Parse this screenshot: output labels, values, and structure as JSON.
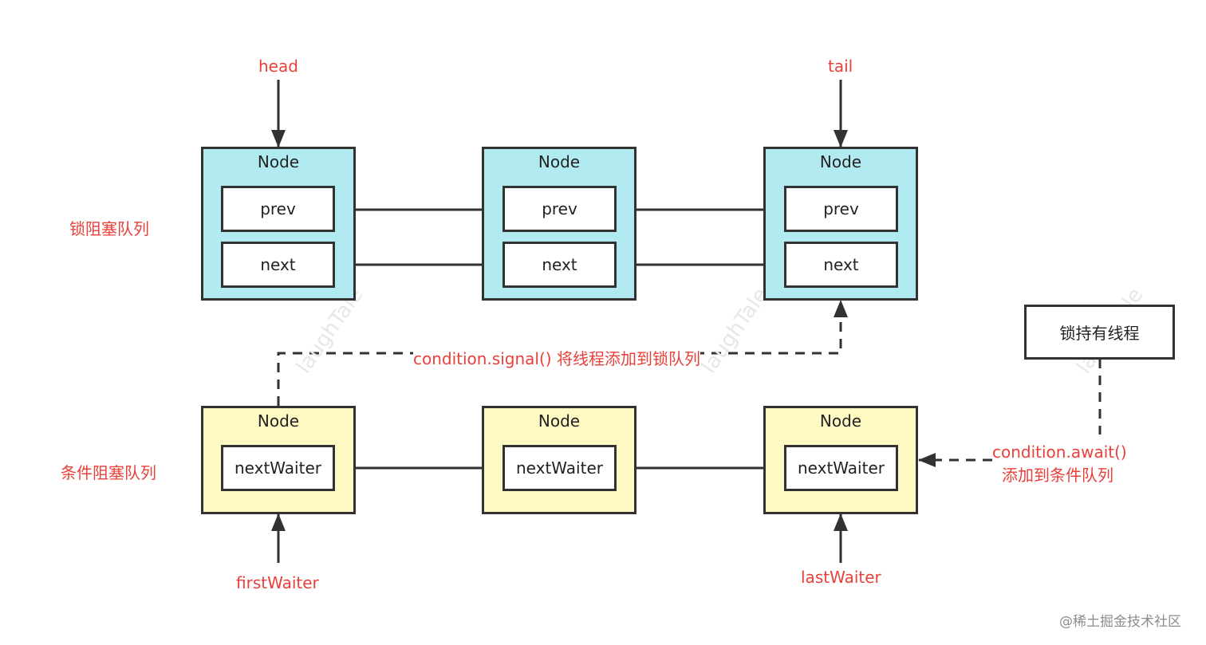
{
  "lock_queue": {
    "label": "锁阻塞队列",
    "nodes": [
      {
        "title": "Node",
        "prev": "prev",
        "next": "next"
      },
      {
        "title": "Node",
        "prev": "prev",
        "next": "next"
      },
      {
        "title": "Node",
        "prev": "prev",
        "next": "next"
      }
    ],
    "head_label": "head",
    "tail_label": "tail",
    "color": "#b1ebf1"
  },
  "condition_queue": {
    "label": "条件阻塞队列",
    "nodes": [
      {
        "title": "Node",
        "field": "nextWaiter"
      },
      {
        "title": "Node",
        "field": "nextWaiter"
      },
      {
        "title": "Node",
        "field": "nextWaiter"
      }
    ],
    "first_label": "firstWaiter",
    "last_label": "lastWaiter",
    "color": "#fff9c4"
  },
  "lock_holder": {
    "label": "锁持有线程"
  },
  "signal_label": "condition.signal() 将线程添加到锁队列",
  "await_label": {
    "line1": "condition.await()",
    "line2": "添加到条件队列"
  },
  "watermark": "laughTale",
  "credit": "@稀土掘金技术社区",
  "colors": {
    "red_text": "#e8403a",
    "stroke": "#323232"
  }
}
